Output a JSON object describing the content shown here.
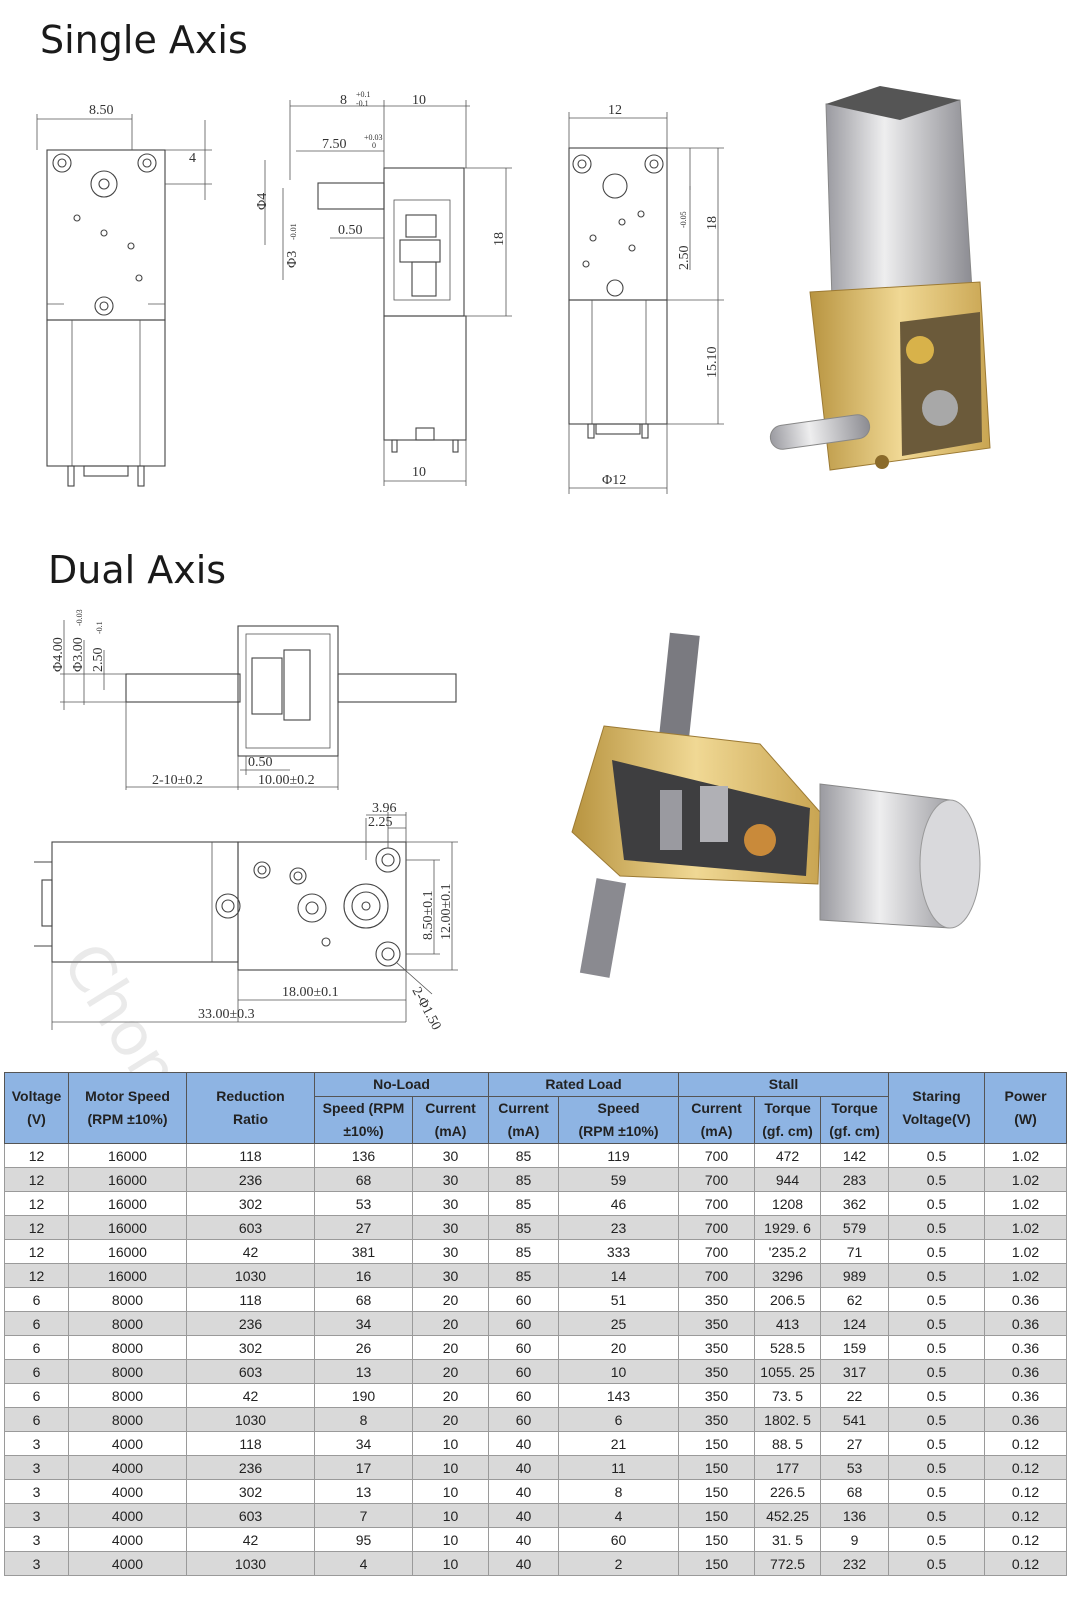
{
  "headings": {
    "single": "Single Axis",
    "dual": "Dual Axis"
  },
  "single_dims": {
    "d8_50": "8.50",
    "d4": "4",
    "d8": "8",
    "tol_8_top": "+0.1",
    "tol_8_bot": "-0.1",
    "d10_top": "10",
    "d7_50": "7.50",
    "tol_750_top": "+0.03",
    "tol_750_bot": "0",
    "d_phi4": "Φ4",
    "d0_50": "0.50",
    "d_phi3": "Φ3",
    "tol_phi3": "-0.01",
    "d18_mid": "18",
    "d10_bottom": "10",
    "d12": "12",
    "d2_50": "2.50",
    "tol_250": "-0.05",
    "d18_right": "18",
    "d15_10": "15.10",
    "d_phi12": "Φ12"
  },
  "dual_dims": {
    "d_phi4": "Φ4.00",
    "d_phi3": "Φ3.00",
    "tol_phi3": "-0.03",
    "d2_50": "2.50",
    "tol_250": "-0.1",
    "d0_50": "0.50",
    "d_2_10": "2-10±0.2",
    "d_10": "10.00±0.2",
    "d3_96": "3.96",
    "d2_25": "2.25",
    "d8_50": "8.50±0.1",
    "d12_00": "12.00±0.1",
    "d18_00": "18.00±0.1",
    "d33_00": "33.00±0.3",
    "d2_phi150": "2-Φ1.50"
  },
  "table": {
    "headers": {
      "voltage": [
        "Voltage",
        "(V)"
      ],
      "motor_speed": [
        "Motor Speed",
        "(RPM ±10%)"
      ],
      "reduction": [
        "Reduction",
        "Ratio"
      ],
      "no_load": "No-Load",
      "rated_load": "Rated Load",
      "stall": "Stall",
      "starting": [
        "Staring",
        "Voltage(V)"
      ],
      "power": [
        "Power",
        "(W)"
      ],
      "nl_speed": [
        "Speed (RPM",
        "±10%)"
      ],
      "nl_current": [
        "Current",
        "(mA)"
      ],
      "rl_current": [
        "Current",
        "(mA)"
      ],
      "rl_speed": [
        "Speed",
        "(RPM  ±10%)"
      ],
      "st_current": [
        "Current",
        "(mA)"
      ],
      "st_torque1": [
        "Torque",
        "(gf. cm)"
      ],
      "st_torque2": [
        "Torque",
        "(gf. cm)"
      ]
    },
    "rows": [
      [
        "12",
        "16000",
        "118",
        "136",
        "30",
        "85",
        "119",
        "700",
        "472",
        "142",
        "0.5",
        "1.02"
      ],
      [
        "12",
        "16000",
        "236",
        "68",
        "30",
        "85",
        "59",
        "700",
        "944",
        "283",
        "0.5",
        "1.02"
      ],
      [
        "12",
        "16000",
        "302",
        "53",
        "30",
        "85",
        "46",
        "700",
        "1208",
        "362",
        "0.5",
        "1.02"
      ],
      [
        "12",
        "16000",
        "603",
        "27",
        "30",
        "85",
        "23",
        "700",
        "1929. 6",
        "579",
        "0.5",
        "1.02"
      ],
      [
        "12",
        "16000",
        "42",
        "381",
        "30",
        "85",
        "333",
        "700",
        "'235.2",
        "71",
        "0.5",
        "1.02"
      ],
      [
        "12",
        "16000",
        "1030",
        "16",
        "30",
        "85",
        "14",
        "700",
        "3296",
        "989",
        "0.5",
        "1.02"
      ],
      [
        "6",
        "8000",
        "118",
        "68",
        "20",
        "60",
        "51",
        "350",
        "206.5",
        "62",
        "0.5",
        "0.36"
      ],
      [
        "6",
        "8000",
        "236",
        "34",
        "20",
        "60",
        "25",
        "350",
        "413",
        "124",
        "0.5",
        "0.36"
      ],
      [
        "6",
        "8000",
        "302",
        "26",
        "20",
        "60",
        "20",
        "350",
        "528.5",
        "159",
        "0.5",
        "0.36"
      ],
      [
        "6",
        "8000",
        "603",
        "13",
        "20",
        "60",
        "10",
        "350",
        "1055. 25",
        "317",
        "0.5",
        "0.36"
      ],
      [
        "6",
        "8000",
        "42",
        "190",
        "20",
        "60",
        "143",
        "350",
        "73. 5",
        "22",
        "0.5",
        "0.36"
      ],
      [
        "6",
        "8000",
        "1030",
        "8",
        "20",
        "60",
        "6",
        "350",
        "1802. 5",
        "541",
        "0.5",
        "0.36"
      ],
      [
        "3",
        "4000",
        "118",
        "34",
        "10",
        "40",
        "21",
        "150",
        "88. 5",
        "27",
        "0.5",
        "0.12"
      ],
      [
        "3",
        "4000",
        "236",
        "17",
        "10",
        "40",
        "11",
        "150",
        "177",
        "53",
        "0.5",
        "0.12"
      ],
      [
        "3",
        "4000",
        "302",
        "13",
        "10",
        "40",
        "8",
        "150",
        "226.5",
        "68",
        "0.5",
        "0.12"
      ],
      [
        "3",
        "4000",
        "603",
        "7",
        "10",
        "40",
        "4",
        "150",
        "452.25",
        "136",
        "0.5",
        "0.12"
      ],
      [
        "3",
        "4000",
        "42",
        "95",
        "10",
        "40",
        "60",
        "150",
        "31. 5",
        "9",
        "0.5",
        "0.12"
      ],
      [
        "3",
        "4000",
        "1030",
        "4",
        "10",
        "40",
        "2",
        "150",
        "772.5",
        "232",
        "0.5",
        "0.12"
      ]
    ]
  },
  "colors": {
    "header_blue": "#8eb4e3",
    "row_gray": "#d9d9d9",
    "brass": "#d4b266",
    "steel": "#c8c8cc"
  }
}
